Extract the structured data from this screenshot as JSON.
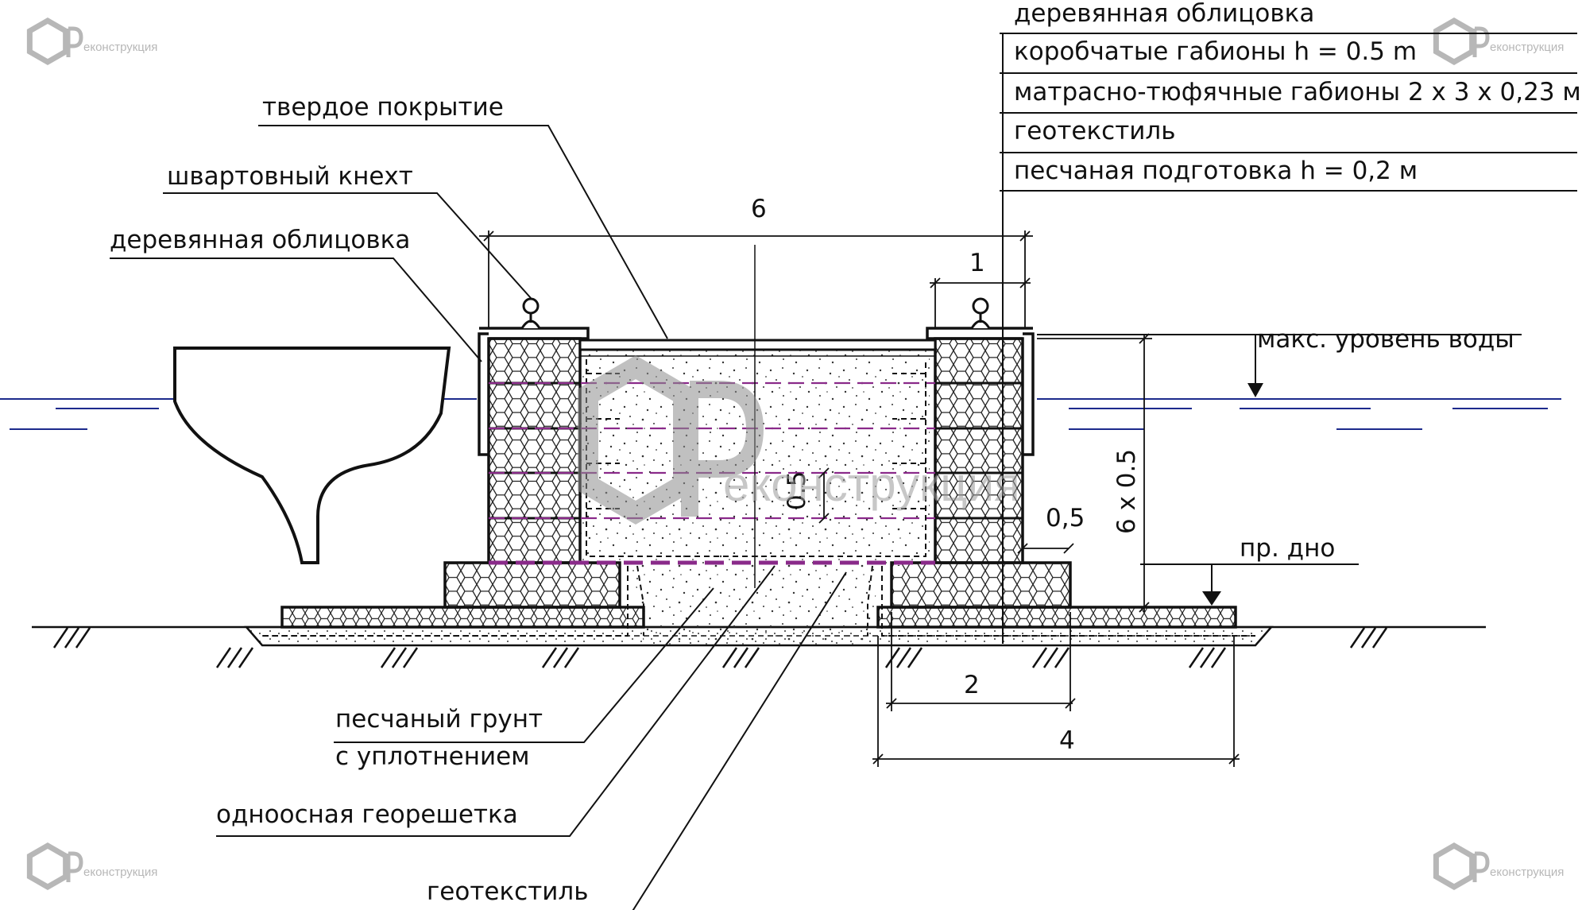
{
  "diagram": {
    "labels": {
      "hard_cover": "твердое покрытие",
      "mooring_bollard": "швартовный  кнехт",
      "wood_facing_left": "деревянная облицовка",
      "max_water_level": "макс. уровень воды",
      "design_bottom": "пр. дно",
      "sand_soil_line1": "песчаный грунт",
      "sand_soil_line2": "с уплотнением",
      "uniaxial_geogrid": "одноосная георешетка",
      "geotextile_bottom": "геотекстиль"
    },
    "layer_table": [
      "деревянная облицовка",
      "коробчатые габионы h = 0.5 m",
      "матрасно-тюфячные габионы 2 х 3 х 0,23 м",
      "геотекстиль",
      "песчаная подготовка  h = 0,2 м"
    ],
    "dimensions": {
      "total_width": "6",
      "top_gabion_width": "1",
      "height_stack": "6 х 0.5",
      "step_offset": "0,5",
      "inner_layer": "0.5",
      "lower_step_width": "2",
      "mattress_width": "4"
    },
    "watermark": {
      "letter": "Р",
      "text": "еконструкция"
    },
    "colors": {
      "water": "#1c2a8c",
      "geogrid": "#8a2a8a",
      "line": "#111111",
      "watermark": "#9a9a9a"
    }
  }
}
